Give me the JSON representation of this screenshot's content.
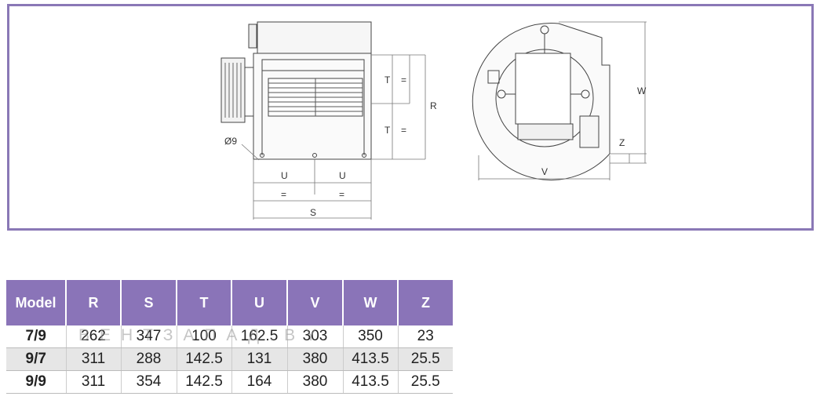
{
  "drawing": {
    "labels": {
      "T_upper": "T",
      "T_lower": "T",
      "eq_upper": "=",
      "eq_lower": "=",
      "R": "R",
      "hole": "Ø9",
      "U_left": "U",
      "U_right": "U",
      "eq_left": "=",
      "eq_right": "=",
      "S": "S",
      "V": "V",
      "W": "W",
      "Z": "Z"
    }
  },
  "table": {
    "headers": [
      "Model",
      "R",
      "S",
      "T",
      "U",
      "V",
      "W",
      "Z"
    ],
    "rows": [
      [
        "7/9",
        "262",
        "347",
        "100",
        "162.5",
        "303",
        "350",
        "23"
      ],
      [
        "9/7",
        "311",
        "288",
        "142.5",
        "131",
        "380",
        "413.5",
        "25.5"
      ],
      [
        "9/9",
        "311",
        "354",
        "142.5",
        "164",
        "380",
        "413.5",
        "25.5"
      ]
    ]
  },
  "watermark": "ВЕНТЗАПАД.BY",
  "colors": {
    "accent": "#8a74b8",
    "frame": "#8a78b6",
    "shaded_row": "#e6e6e6"
  }
}
